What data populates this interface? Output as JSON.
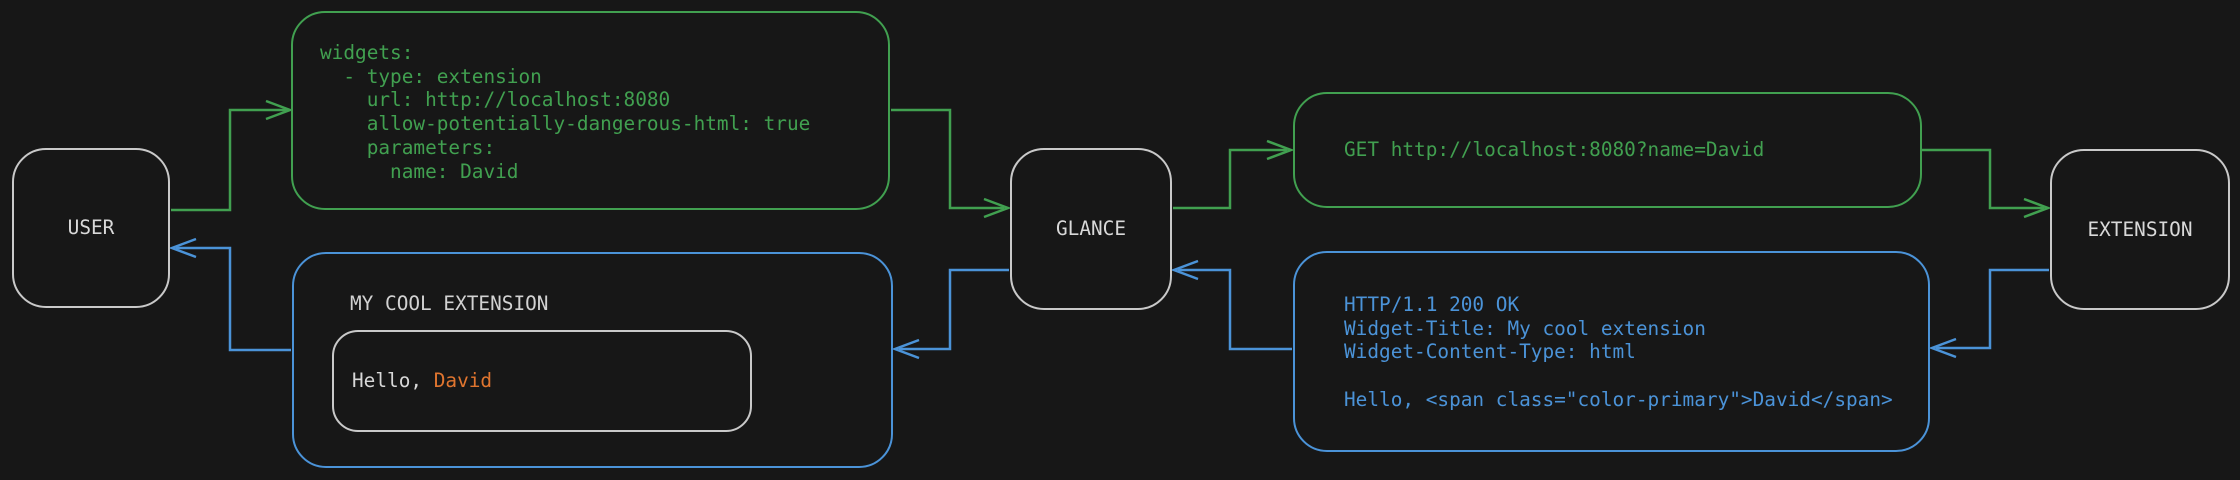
{
  "colors": {
    "request_green": "#41a050",
    "response_blue": "#4b93d8",
    "accent_orange": "#e0752f",
    "neutral_border": "#c9c9c9",
    "text_light": "#d6d6d6",
    "background": "#171717"
  },
  "nodes": {
    "user": {
      "label": "USER"
    },
    "glance": {
      "label": "GLANCE"
    },
    "extension": {
      "label": "EXTENSION"
    }
  },
  "config_box": {
    "yaml": "widgets:\n  - type: extension\n    url: http://localhost:8080\n    allow-potentially-dangerous-html: true\n    parameters:\n      name: David"
  },
  "request_box": {
    "text": "GET http://localhost:8080?name=David"
  },
  "response_box": {
    "text": "HTTP/1.1 200 OK\nWidget-Title: My cool extension\nWidget-Content-Type: html\n\nHello, <span class=\"color-primary\">David</span>"
  },
  "widget_box": {
    "title": "MY COOL EXTENSION",
    "greeting_prefix": "Hello, ",
    "greeting_name": "David"
  }
}
